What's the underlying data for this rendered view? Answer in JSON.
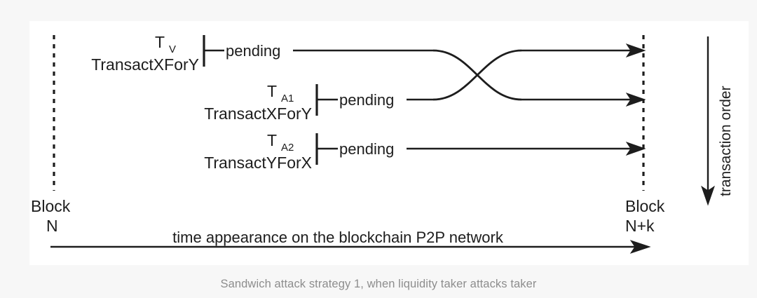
{
  "caption": "Sandwich attack strategy 1, when liquidity taker attacks taker",
  "figure": {
    "left_block": {
      "line1": "Block",
      "line2": "N"
    },
    "right_block": {
      "line1": "Block",
      "line2": "N+k"
    },
    "time_axis_label": "time appearance on the blockchain P2P network",
    "order_axis_label": "transaction order",
    "transactions": [
      {
        "symbol": "T",
        "subscript": "V",
        "name": "TransactXForY",
        "state": "pending"
      },
      {
        "symbol": "T",
        "subscript": "A1",
        "name": "TransactXForY",
        "state": "pending"
      },
      {
        "symbol": "T",
        "subscript": "A2",
        "name": "TransactYForX",
        "state": "pending"
      }
    ]
  },
  "colors": {
    "page_background": "#f7f7f7",
    "card_background": "#ffffff",
    "ink": "#1d1d1d",
    "caption": "#8d8d8d"
  }
}
